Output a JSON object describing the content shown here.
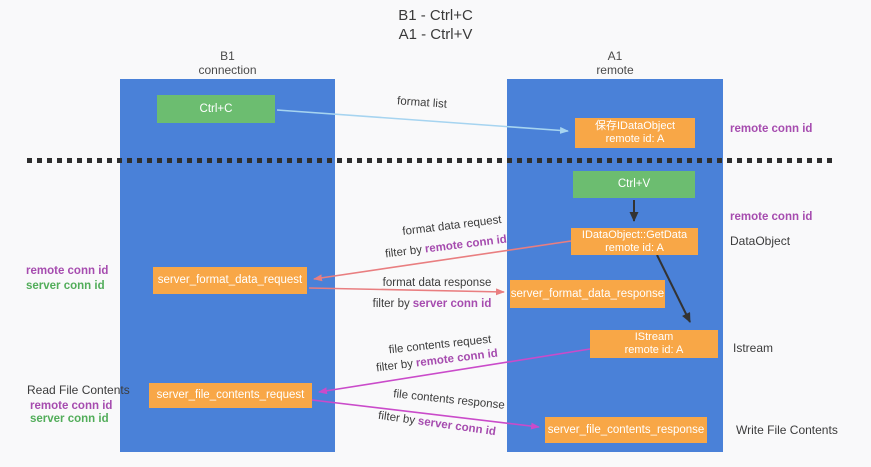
{
  "title": {
    "line1": "B1 - Ctrl+C",
    "line2": "A1 - Ctrl+V"
  },
  "columns": {
    "left": {
      "name": "B1",
      "subtitle": "connection"
    },
    "right": {
      "name": "A1",
      "subtitle": "remote"
    }
  },
  "nodes": {
    "ctrl_c": {
      "label": "Ctrl+C"
    },
    "ctrl_v": {
      "label": "Ctrl+V"
    },
    "save_dataobject": {
      "line1": "保存IDataObject",
      "line2": "remote id: A"
    },
    "getdata": {
      "line1": "IDataObject::GetData",
      "line2": "remote id: A"
    },
    "istream": {
      "line1": "IStream",
      "line2": "remote id: A"
    },
    "format_request": {
      "label": "server_format_data_request"
    },
    "format_response": {
      "label": "server_format_data_response"
    },
    "file_request": {
      "label": "server_file_contents_request"
    },
    "file_response": {
      "label": "server_file_contents_response"
    }
  },
  "edge_labels": {
    "format_list": "format list",
    "format_data_request": "format data request",
    "format_data_response": "format data response",
    "file_contents_request": "file contents request",
    "file_contents_response": "file contents response",
    "filter_by": "filter by",
    "remote_conn_id": "remote conn id",
    "server_conn_id": "server conn id"
  },
  "side_labels": {
    "right_top_remote_conn": "remote conn id",
    "right_mid_remote_conn": "remote conn id",
    "dataobject": "DataObject",
    "istream": "Istream",
    "write_file_contents": "Write File Contents",
    "left_remote_conn": "remote conn id",
    "left_server_conn": "server conn id",
    "read_file_contents": "Read File Contents",
    "left_bottom_remote_conn": "remote conn id",
    "left_bottom_server_conn": "server conn id"
  },
  "colors": {
    "column_blue": "#4a81d8",
    "box_green": "#6cbd70",
    "box_orange": "#f8a747",
    "arrow_light_blue": "#a6d4f0",
    "arrow_salmon": "#e97e80",
    "arrow_magenta": "#ca4bca",
    "arrow_black": "#333333",
    "text_purple": "#a64caf",
    "text_green": "#52ad5a"
  }
}
